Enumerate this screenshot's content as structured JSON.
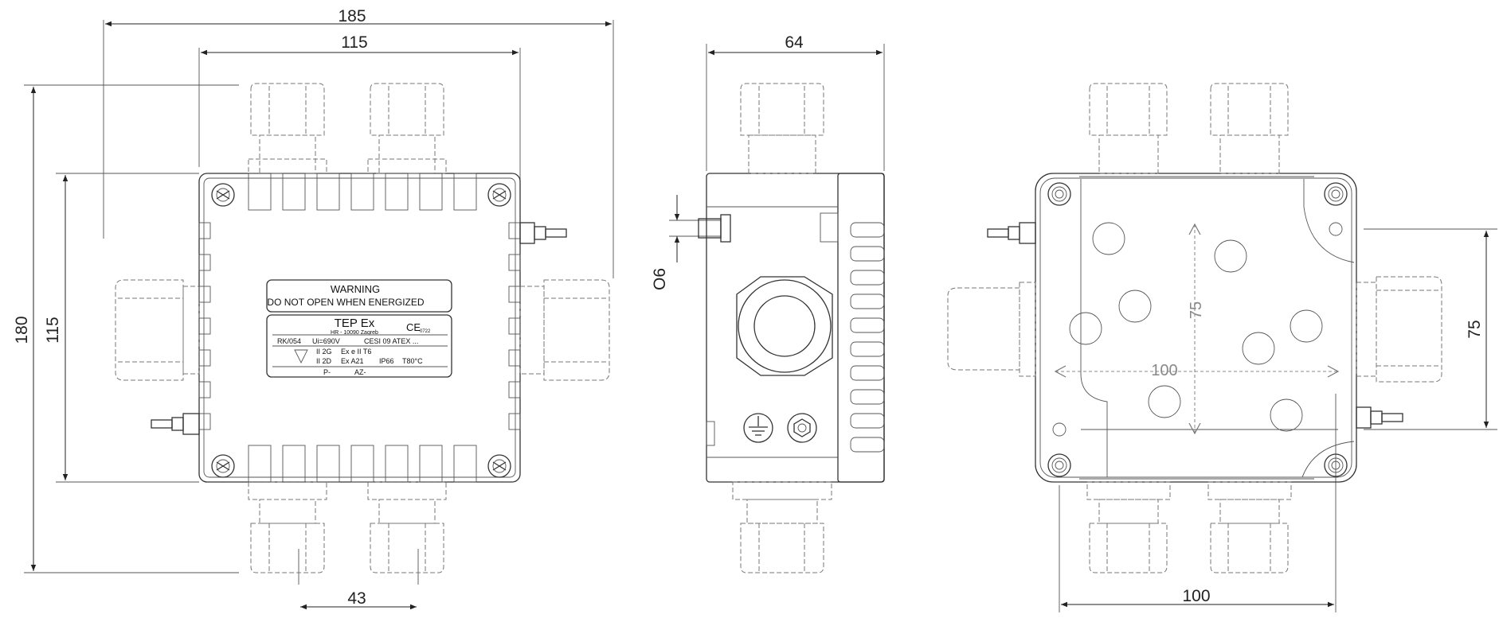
{
  "dimensions": {
    "width_overall": "185",
    "width_inner": "115",
    "height_overall": "180",
    "height_inner": "115",
    "gland_spacing": "43",
    "depth": "64",
    "thread": "O6",
    "mount_height": "75",
    "mount_width": "100",
    "mount_height_inner": "75",
    "mount_width_inner": "100"
  },
  "label_plate": {
    "warning_title": "WARNING",
    "warning_text": "DO NOT OPEN WHEN ENERGIZED",
    "brand": "TEP Ex",
    "city": "HR - 10090   Zagreb",
    "ce_mark": "CE",
    "ce_number": "0722",
    "model": "RK/054",
    "voltage": "Ui=690V",
    "cert": "CESI 09 ATEX ...",
    "gas_group": "II 2G",
    "gas_protection": "Ex e II T6",
    "dust_group": "II 2D",
    "dust_protection": "Ex A21",
    "ip_rating": "IP66",
    "temperature": "T80°C",
    "serial_prefix": "P-",
    "serial_suffix": "AZ-"
  },
  "colors": {
    "line": "#333333",
    "hidden": "#777777"
  }
}
